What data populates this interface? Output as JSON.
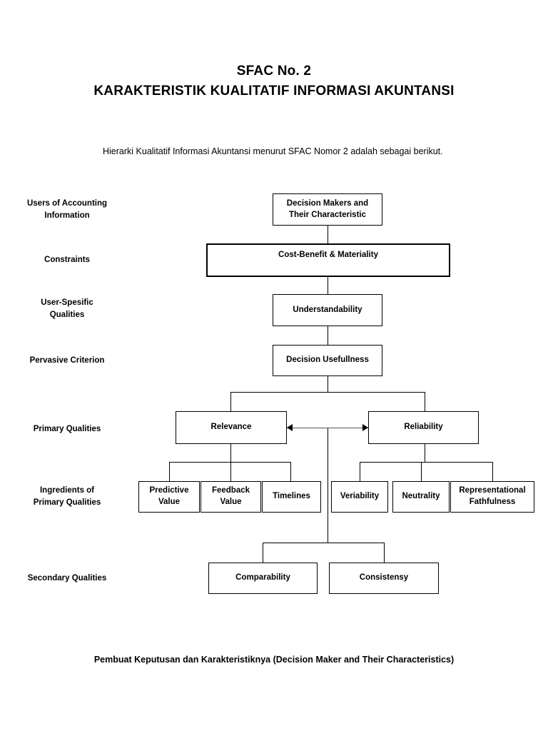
{
  "document": {
    "title_line1": "SFAC No. 2",
    "title_line2": "KARAKTERISTIK KUALITATIF INFORMASI AKUNTANSI",
    "intro_paragraph": "Hierarki Kualitatif Informasi Akuntansi menurut SFAC Nomor 2 adalah sebagai berikut.",
    "caption": "Pembuat Keputusan dan Karakteristiknya (Decision Maker and Their Characteristics)"
  },
  "diagram": {
    "row_labels": [
      "Users of Accounting\nInformation",
      "Constraints",
      "User-Spesific\nQualities",
      "Pervasive Criterion",
      "Primary Qualities",
      "Ingredients of\nPrimary Qualities",
      "Secondary Qualities"
    ],
    "nodes": {
      "decision_makers": "Decision Makers and\nTheir Characteristic",
      "constraints": "Cost-Benefit        &        Materiality",
      "understandability": "Understandability",
      "decision_usefullness": "Decision Usefullness",
      "relevance": "Relevance",
      "reliability": "Reliability",
      "predictive_value": "Predictive\nValue",
      "feedback_value": "Feedback\nValue",
      "timelines": "Timelines",
      "veriability": "Veriability",
      "neutrality": "Neutrality",
      "representational_fathfulness": "Representational\nFathfulness",
      "comparability": "Comparability",
      "consistensy": "Consistensy"
    }
  },
  "colors": {
    "ink": "#000000",
    "paper": "#ffffff",
    "arrow": "#555555"
  }
}
